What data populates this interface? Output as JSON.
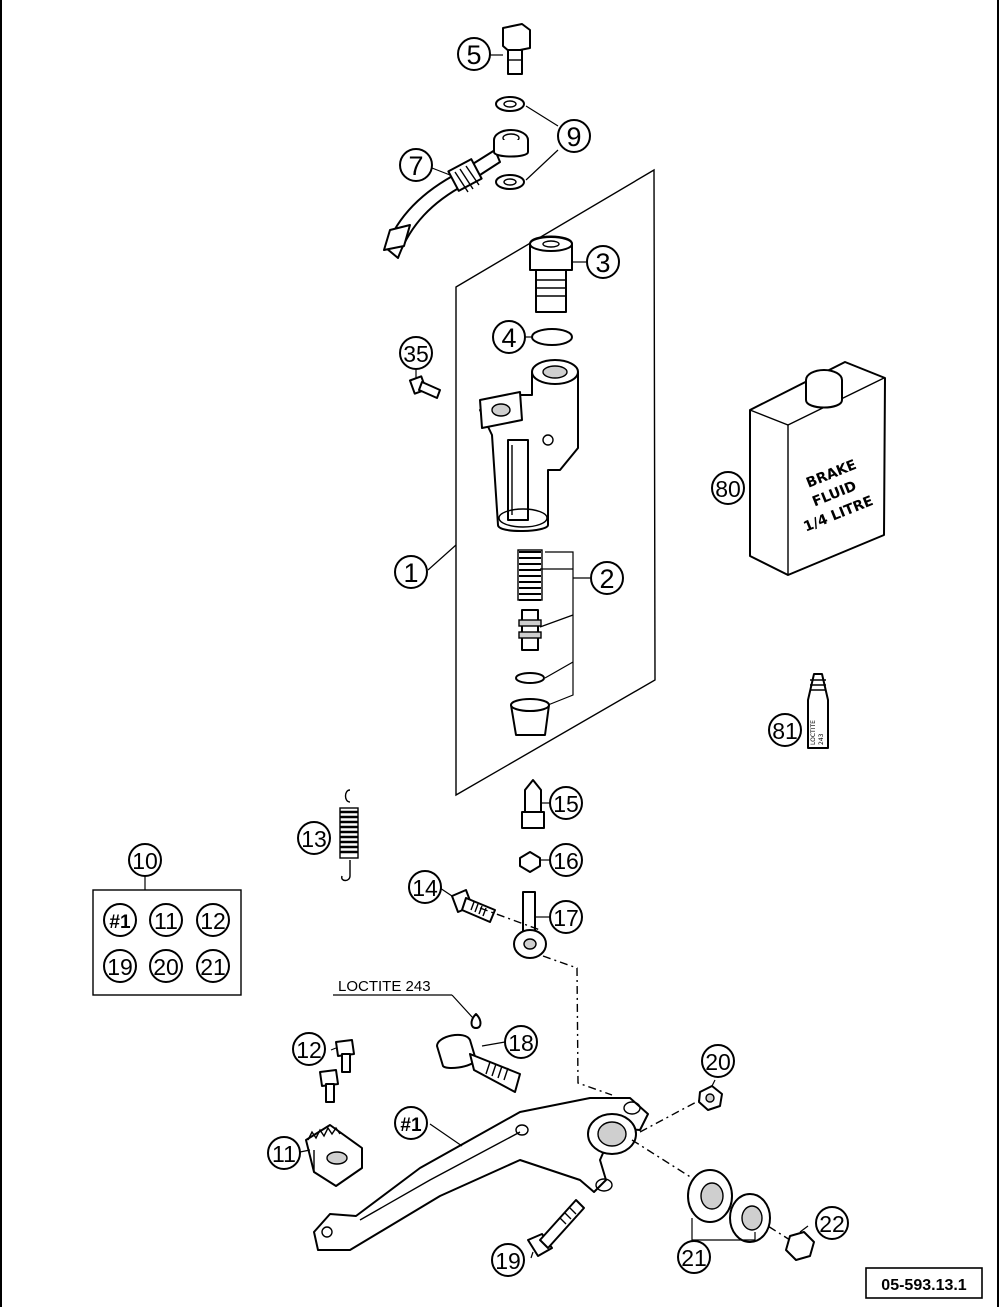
{
  "drawing_number": "05-593.13.1",
  "annotation": "LOCTITE 243",
  "brake_fluid_label": [
    "BRAKE",
    "FLUID",
    "1/4 LITRE"
  ],
  "loctite_bottle_label": [
    "LOCTITE",
    "243"
  ],
  "callouts": {
    "c1": "1",
    "c2": "2",
    "c3": "3",
    "c4": "4",
    "c5": "5",
    "c7": "7",
    "c9": "9",
    "c10": "10",
    "c11": "11",
    "c12": "12",
    "c13": "13",
    "c14": "14",
    "c15": "15",
    "c16": "16",
    "c17": "17",
    "c18": "18",
    "c19": "19",
    "c20": "20",
    "c21": "21",
    "c22": "22",
    "c35": "35",
    "c80": "80",
    "c81": "81",
    "pedal": "#1"
  },
  "kit_box": {
    "title": "10",
    "items": [
      "#1",
      "11",
      "12",
      "19",
      "20",
      "21"
    ]
  }
}
